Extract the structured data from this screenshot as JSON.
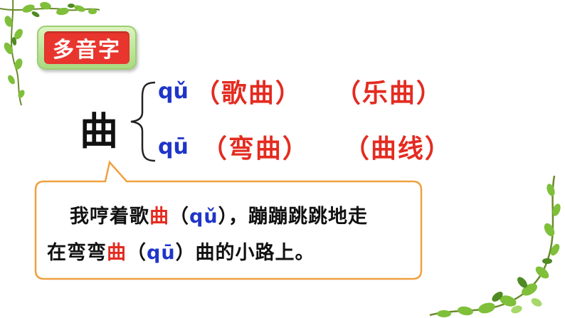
{
  "title_badge": "多音字",
  "main_character": "曲",
  "pronunciations": [
    {
      "pinyin": "qǔ",
      "words": [
        "（歌曲）",
        "（乐曲）"
      ]
    },
    {
      "pinyin": "qū",
      "words": [
        "（弯曲）",
        "（曲线）"
      ]
    }
  ],
  "example": {
    "line1": {
      "before": "我哼着歌",
      "char": "曲",
      "open": "（",
      "pinyin": "qǔ",
      "after": "），蹦蹦跳跳地走"
    },
    "line2": {
      "before": "在弯弯",
      "char": "曲",
      "open": "（",
      "pinyin": "qū",
      "after": "）曲的小路上。"
    }
  },
  "colors": {
    "badge_red": "#e8362e",
    "pinyin_blue": "#1f35c8",
    "word_red": "#e42b20",
    "callout_border": "#f0a040"
  },
  "decorations": [
    "vine-top-left",
    "vine-bottom-right"
  ]
}
